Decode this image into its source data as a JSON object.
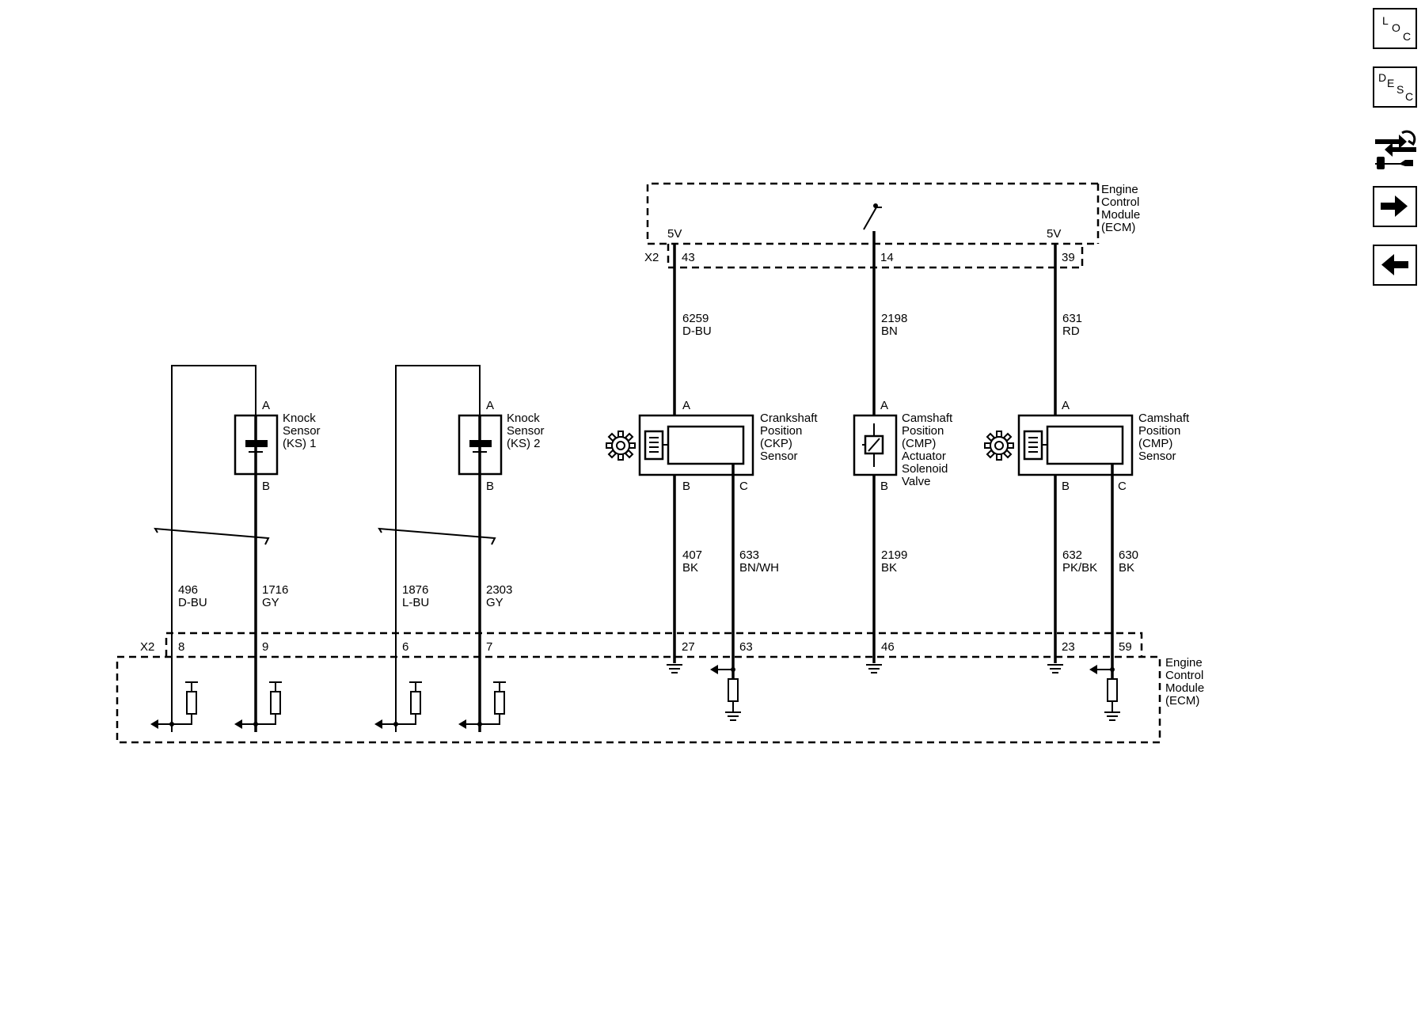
{
  "nav": {
    "loc": {
      "l1": "L",
      "l2": "O",
      "l3": "C"
    },
    "desc": {
      "l1": "D",
      "l2": "E",
      "l3": "S",
      "l4": "C"
    }
  },
  "ecm_top": {
    "label": [
      "Engine",
      "Control",
      "Module",
      "(ECM)"
    ],
    "connector": "X2",
    "v1": "5V",
    "v2": "5V",
    "pins": [
      "43",
      "14",
      "39"
    ]
  },
  "ecm_bottom": {
    "label": [
      "Engine",
      "Control",
      "Module",
      "(ECM)"
    ],
    "connector": "X2",
    "pins": [
      "8",
      "9",
      "6",
      "7",
      "27",
      "63",
      "46",
      "23",
      "59"
    ]
  },
  "wires_top": [
    {
      "num": "6259",
      "color": "D-BU"
    },
    {
      "num": "2198",
      "color": "BN"
    },
    {
      "num": "631",
      "color": "RD"
    }
  ],
  "wires_bottom": [
    {
      "num": "496",
      "color": "D-BU"
    },
    {
      "num": "1716",
      "color": "GY"
    },
    {
      "num": "1876",
      "color": "L-BU"
    },
    {
      "num": "2303",
      "color": "GY"
    },
    {
      "num": "407",
      "color": "BK"
    },
    {
      "num": "633",
      "color": "BN/WH"
    },
    {
      "num": "2199",
      "color": "BK"
    },
    {
      "num": "632",
      "color": "PK/BK"
    },
    {
      "num": "630",
      "color": "BK"
    }
  ],
  "components": {
    "ks1": {
      "label": [
        "Knock",
        "Sensor",
        "(KS) 1"
      ],
      "pin_a": "A",
      "pin_b": "B"
    },
    "ks2": {
      "label": [
        "Knock",
        "Sensor",
        "(KS) 2"
      ],
      "pin_a": "A",
      "pin_b": "B"
    },
    "ckp": {
      "label": [
        "Crankshaft",
        "Position",
        "(CKP)",
        "Sensor"
      ],
      "pin_a": "A",
      "pin_b": "B",
      "pin_c": "C"
    },
    "cmp_valve": {
      "label": [
        "Camshaft",
        "Position",
        "(CMP)",
        "Actuator",
        "Solenoid",
        "Valve"
      ],
      "pin_a": "A",
      "pin_b": "B"
    },
    "cmp_sensor": {
      "label": [
        "Camshaft",
        "Position",
        "(CMP)",
        "Sensor"
      ],
      "pin_a": "A",
      "pin_b": "B",
      "pin_c": "C"
    }
  }
}
